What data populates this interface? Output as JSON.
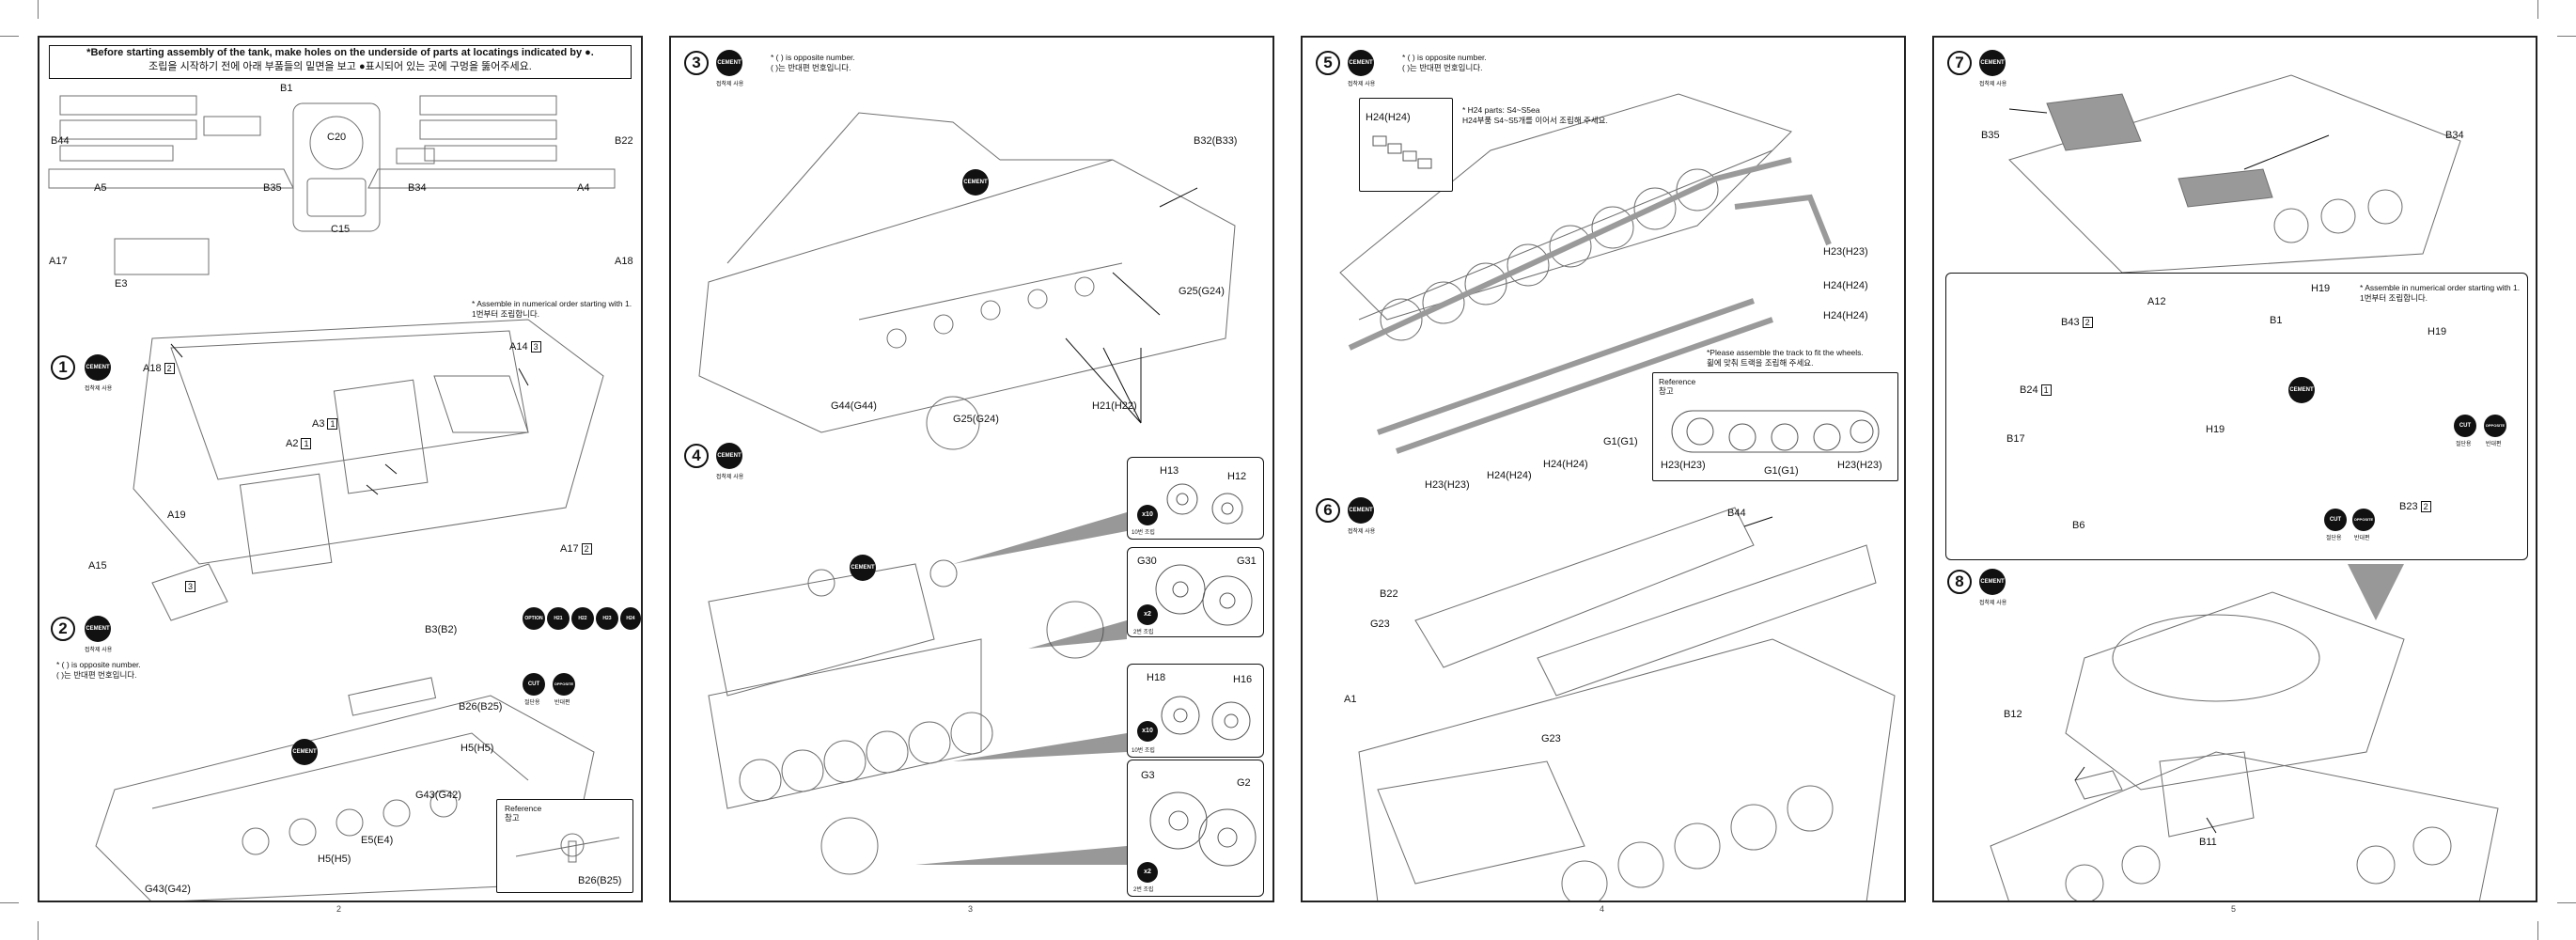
{
  "colors": {
    "line": "#6f6f6f",
    "ink": "#111111",
    "badge": "#111111",
    "arrow": "#555555"
  },
  "page2": {
    "header_line1": "*Before starting assembly of the tank, make holes on the underside of parts at locatings indicated by ●.",
    "header_line2": "조립을 시작하기 전에 아래 부품들의 밑면을 보고 ●표시되어 있는 곳에 구멍을 뚫어주세요.",
    "sprue_labels": {
      "b44": "B44",
      "a5": "A5",
      "b35": "B35",
      "b1": "B1",
      "c20": "C20",
      "c15": "C15",
      "b34": "B34",
      "a4": "A4",
      "b22": "B22",
      "a17": "A17",
      "a18": "A18",
      "e3": "E3"
    },
    "step1": {
      "number": "1",
      "badge": "CEMENT",
      "badge_sub": "접착제 사용",
      "note_line1": "* Assemble in numerical order starting with 1.",
      "note_line2": "1번부터 조립합니다.",
      "parts": {
        "a18": "A18",
        "a18_n": "2",
        "a14": "A14",
        "a14_n": "3",
        "a3": "A3",
        "a3_n": "1",
        "a2": "A2",
        "a2_n": "1",
        "a19": "A19",
        "a15": "A15",
        "a15_n": "3",
        "a17": "A17",
        "a17_n": "2"
      }
    },
    "step2": {
      "number": "2",
      "badge": "CEMENT",
      "badge_sub": "접착제 사용",
      "note_line1": "* ( ) is opposite number.",
      "note_line2": "( )는 반대편 번호입니다.",
      "option_badges": [
        "OPTION",
        "H21",
        "H22",
        "H23",
        "H24"
      ],
      "cut_label": "CUT",
      "cut_sub": "절단용",
      "opposite_label": "OPPOSITE",
      "opposite_sub": "반대편",
      "parts": {
        "b3": "B3(B2)",
        "b26": "B26(B25)",
        "h5a": "H5(H5)",
        "g43a": "G43(G42)",
        "e5": "E5(E4)",
        "h5b": "H5(H5)",
        "g43b": "G43(G42)"
      },
      "reference": {
        "title": "Reference",
        "sub": "참고",
        "part": "B26(B25)"
      }
    },
    "page_number": "2"
  },
  "page3": {
    "step3": {
      "number": "3",
      "badge": "CEMENT",
      "badge_sub": "접착제 사용",
      "note_line1": "* ( ) is opposite number.",
      "note_line2": "( )는 반대편 번호입니다.",
      "parts": {
        "b32": "B32(B33)",
        "g25a": "G25(G24)",
        "g44": "G44(G44)",
        "g25b": "G25(G24)",
        "h21": "H21(H22)"
      }
    },
    "step4": {
      "number": "4",
      "badge": "CEMENT",
      "badge_sub": "접착제 사용",
      "details": [
        {
          "a": "H13",
          "b": "H12",
          "count": "x10",
          "count_sub": "10번 조립"
        },
        {
          "a": "G30",
          "b": "G31",
          "count": "x2",
          "count_sub": "2번 조립"
        },
        {
          "a": "H18",
          "b": "H16",
          "count": "x10",
          "count_sub": "10번 조립"
        },
        {
          "a": "G3",
          "b": "G2",
          "count": "x2",
          "count_sub": "2번 조립"
        }
      ]
    },
    "page_number": "3"
  },
  "page4": {
    "step5": {
      "number": "5",
      "badge": "CEMENT",
      "badge_sub": "접착제 사용",
      "note_line1": "* ( ) is opposite number.",
      "note_line2": "( )는 반대편 번호입니다.",
      "h24_note_line1": "* H24 parts: S4~S5ea",
      "h24_note_line2": "H24부품 S4~S5개를 이어서 조립해 주세요.",
      "assemble_note_line1": "*Please assemble the track to fit the wheels.",
      "assemble_note_line2": "휠에 맞춰 트랙을 조립해 주세요.",
      "parts": {
        "h24box": "H24(H24)",
        "h23a": "H23(H23)",
        "h24a": "H24(H24)",
        "h24b": "H24(H24)",
        "g1a": "G1(G1)",
        "h24c": "H24(H24)",
        "h24d": "H24(H24)",
        "h23b": "H23(H23)"
      },
      "reference": {
        "title": "Reference",
        "sub": "참고",
        "h23l": "H23(H23)",
        "g1": "G1(G1)",
        "h23r": "H23(H23)"
      }
    },
    "step6": {
      "number": "6",
      "badge": "CEMENT",
      "badge_sub": "접착제 사용",
      "parts": {
        "b44": "B44",
        "b22": "B22",
        "g23a": "G23",
        "a1": "A1",
        "g23b": "G23"
      }
    },
    "page_number": "4"
  },
  "page5": {
    "step7": {
      "number": "7",
      "badge": "CEMENT",
      "badge_sub": "접착제 사용",
      "parts": {
        "b35": "B35",
        "b34": "B34",
        "h19a": "H19",
        "a12": "A12",
        "b1": "B1",
        "h19b": "H19",
        "b43": "B43",
        "b43_n": "2",
        "b24": "B24",
        "b24_n": "1",
        "h19c": "H19",
        "b17": "B17",
        "b6": "B6",
        "b23": "B23",
        "b23_n": "2"
      },
      "note_line1": "* Assemble in numerical order starting with 1.",
      "note_line2": "1번부터 조립합니다.",
      "cut_badges": [
        "CUT",
        "OPPOSITE"
      ],
      "cut_subs": [
        "절단용",
        "반대편"
      ]
    },
    "step8": {
      "number": "8",
      "badge": "CEMENT",
      "badge_sub": "접착제 사용",
      "parts": {
        "b12": "B12",
        "b11": "B11"
      }
    },
    "page_number": "5"
  }
}
